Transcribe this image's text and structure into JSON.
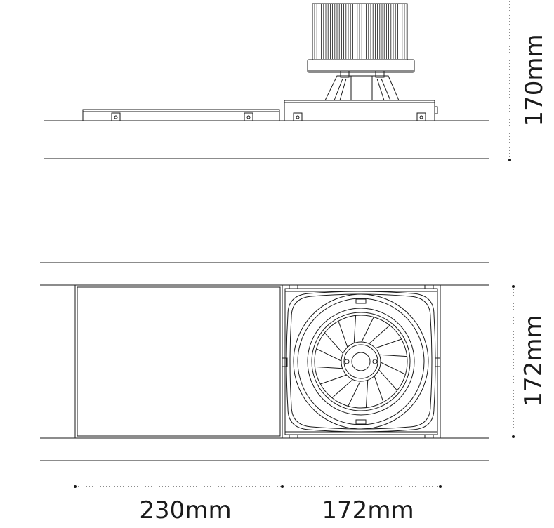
{
  "dimensions": {
    "height_side": "170mm",
    "height_top": "172mm",
    "width_housing": "230mm",
    "width_lamp": "172mm"
  },
  "colors": {
    "line": "#1a1a1a",
    "background": "#ffffff"
  }
}
